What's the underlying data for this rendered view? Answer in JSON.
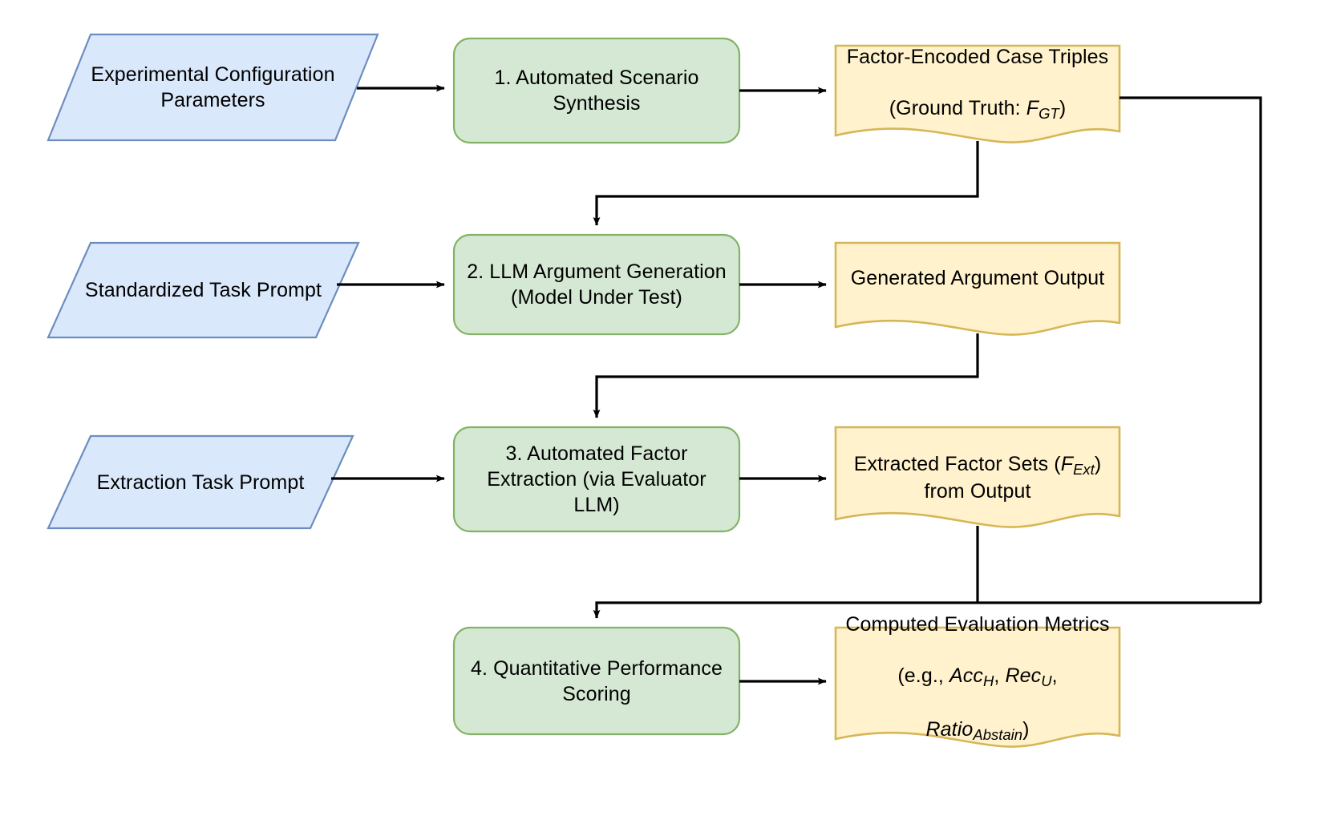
{
  "diagram": {
    "title": "LLM Argument Generation Evaluation Pipeline",
    "colors": {
      "input_fill": "#dae8fc",
      "input_stroke": "#6c8ebf",
      "process_fill": "#d5e8d4",
      "process_stroke": "#82b366",
      "data_fill": "#fff2cc",
      "data_stroke": "#d6b656",
      "connector": "#000000",
      "text": "#000000",
      "background": "#ffffff"
    },
    "nodes": [
      {
        "id": "experimental-configuration-parameters",
        "shape": "parallelogram",
        "role": "input",
        "label": "Experimental Configuration\nParameters"
      },
      {
        "id": "automated-scenario-synthesis",
        "shape": "rounded-rectangle",
        "role": "process",
        "step": "1",
        "label": "1. Automated Scenario\nSynthesis"
      },
      {
        "id": "factor-encoded-case-triples",
        "shape": "document",
        "role": "data",
        "label": "Factor-Encoded Case Triples",
        "label_line2_prefix": "(Ground Truth: ",
        "label_line2_symbol": "F",
        "label_line2_subscript": "GT",
        "label_line2_suffix": ")"
      },
      {
        "id": "standardized-task-prompt",
        "shape": "parallelogram",
        "role": "input",
        "label": "Standardized Task Prompt"
      },
      {
        "id": "llm-argument-generation",
        "shape": "rounded-rectangle",
        "role": "process",
        "step": "2",
        "label": "2. LLM Argument Generation\n(Model Under Test)"
      },
      {
        "id": "generated-argument-output",
        "shape": "document",
        "role": "data",
        "label": "Generated Argument Output"
      },
      {
        "id": "extraction-task-prompt",
        "shape": "parallelogram",
        "role": "input",
        "label": "Extraction Task Prompt"
      },
      {
        "id": "automated-factor-extraction",
        "shape": "rounded-rectangle",
        "role": "process",
        "step": "3",
        "label": "3. Automated Factor\nExtraction (via Evaluator\nLLM)"
      },
      {
        "id": "extracted-factor-sets",
        "shape": "document",
        "role": "data",
        "label_line1_prefix": "Extracted Factor Sets (",
        "label_line1_symbol": "F",
        "label_line1_subscript": "Ext",
        "label_line1_suffix": ")",
        "label_line2": "from Output"
      },
      {
        "id": "quantitative-performance-scoring",
        "shape": "rounded-rectangle",
        "role": "process",
        "step": "4",
        "label": "4. Quantitative Performance\nScoring"
      },
      {
        "id": "computed-evaluation-metrics",
        "shape": "document",
        "role": "data",
        "label_line1": "Computed Evaluation Metrics",
        "metrics_prefix": "(e.g., ",
        "metrics": [
          {
            "symbol": "Acc",
            "subscript": "H"
          },
          {
            "symbol": "Rec",
            "subscript": "U"
          },
          {
            "symbol": "Ratio",
            "subscript": "Abstain"
          }
        ],
        "metrics_suffix": ")"
      }
    ],
    "edges": [
      {
        "from": "experimental-configuration-parameters",
        "to": "automated-scenario-synthesis"
      },
      {
        "from": "automated-scenario-synthesis",
        "to": "factor-encoded-case-triples"
      },
      {
        "from": "factor-encoded-case-triples",
        "to": "llm-argument-generation"
      },
      {
        "from": "factor-encoded-case-triples",
        "to": "quantitative-performance-scoring"
      },
      {
        "from": "standardized-task-prompt",
        "to": "llm-argument-generation"
      },
      {
        "from": "llm-argument-generation",
        "to": "generated-argument-output"
      },
      {
        "from": "generated-argument-output",
        "to": "automated-factor-extraction"
      },
      {
        "from": "extraction-task-prompt",
        "to": "automated-factor-extraction"
      },
      {
        "from": "automated-factor-extraction",
        "to": "extracted-factor-sets"
      },
      {
        "from": "extracted-factor-sets",
        "to": "quantitative-performance-scoring"
      },
      {
        "from": "quantitative-performance-scoring",
        "to": "computed-evaluation-metrics"
      }
    ]
  }
}
